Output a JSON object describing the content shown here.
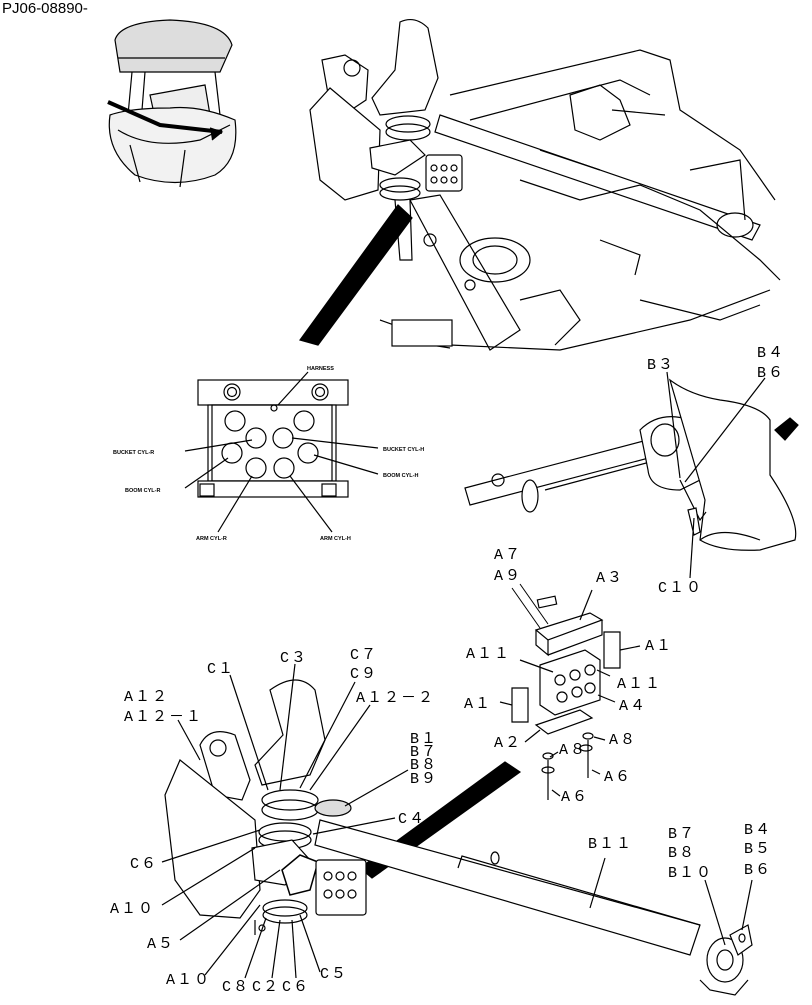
{
  "document_id": "PJ06-08890-",
  "detail_labels": {
    "harness": "HARNESS",
    "bucket_cyl_r": "BUCKET CYL-R",
    "bucket_cyl_h": "BUCKET CYL-H",
    "boom_cyl_r": "BOOM CYL-R",
    "boom_cyl_h": "BOOM CYL-H",
    "arm_cyl_r": "ARM CYL-R",
    "arm_cyl_h": "ARM CYL-H"
  },
  "callouts": {
    "B3": "B３",
    "B4": "B４",
    "B6": "B６",
    "C10": "C１０",
    "A7": "A７",
    "A9": "A９",
    "A3": "A３",
    "A11": "A１１",
    "A11b": "A１１",
    "A1": "A１",
    "A1b": "A１",
    "A4": "A４",
    "A2": "A２",
    "A8": "A８",
    "A8b": "A８",
    "A6": "A６",
    "A6b": "A６",
    "C1": "C１",
    "C3": "C３",
    "C7": "C７",
    "C9": "C９",
    "A12": "A１２",
    "A12_1": "A１２－１",
    "A12_2": "A１２－２",
    "B1": "B１",
    "B7": "B７",
    "B8": "B８",
    "B9": "B９",
    "C4": "C４",
    "C6": "C６",
    "A10": "A１０",
    "A5": "A５",
    "A10b": "A１０",
    "C8": "C８",
    "C2": "C２",
    "C6b": "C６",
    "C5": "C５",
    "B11": "B１１",
    "B7b": "B７",
    "B8b": "B８",
    "B10": "B１０",
    "B4b": "B４",
    "B5": "B５",
    "B6b": "B６"
  }
}
